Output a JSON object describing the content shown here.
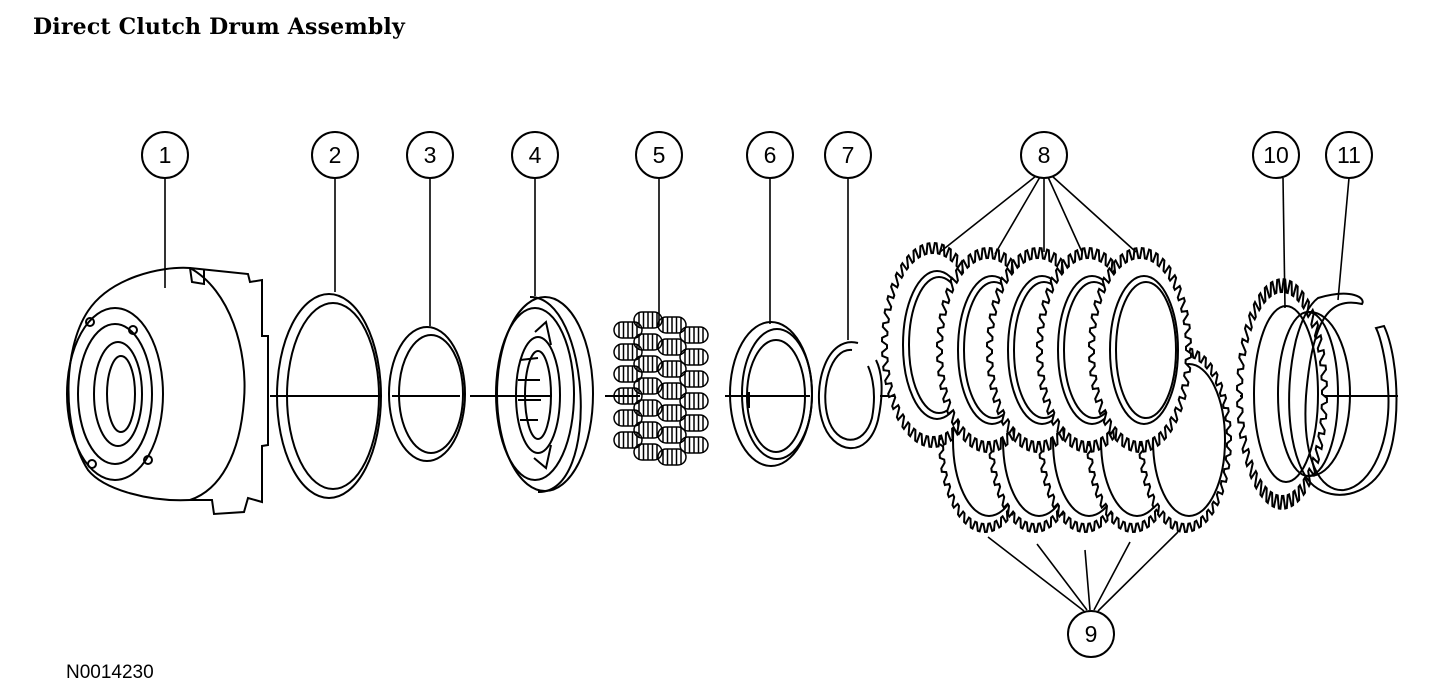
{
  "title": "Direct Clutch Drum Assembly",
  "figure_id": "N0014230",
  "callouts": [
    "1",
    "2",
    "3",
    "4",
    "5",
    "6",
    "7",
    "8",
    "9",
    "10",
    "11"
  ]
}
